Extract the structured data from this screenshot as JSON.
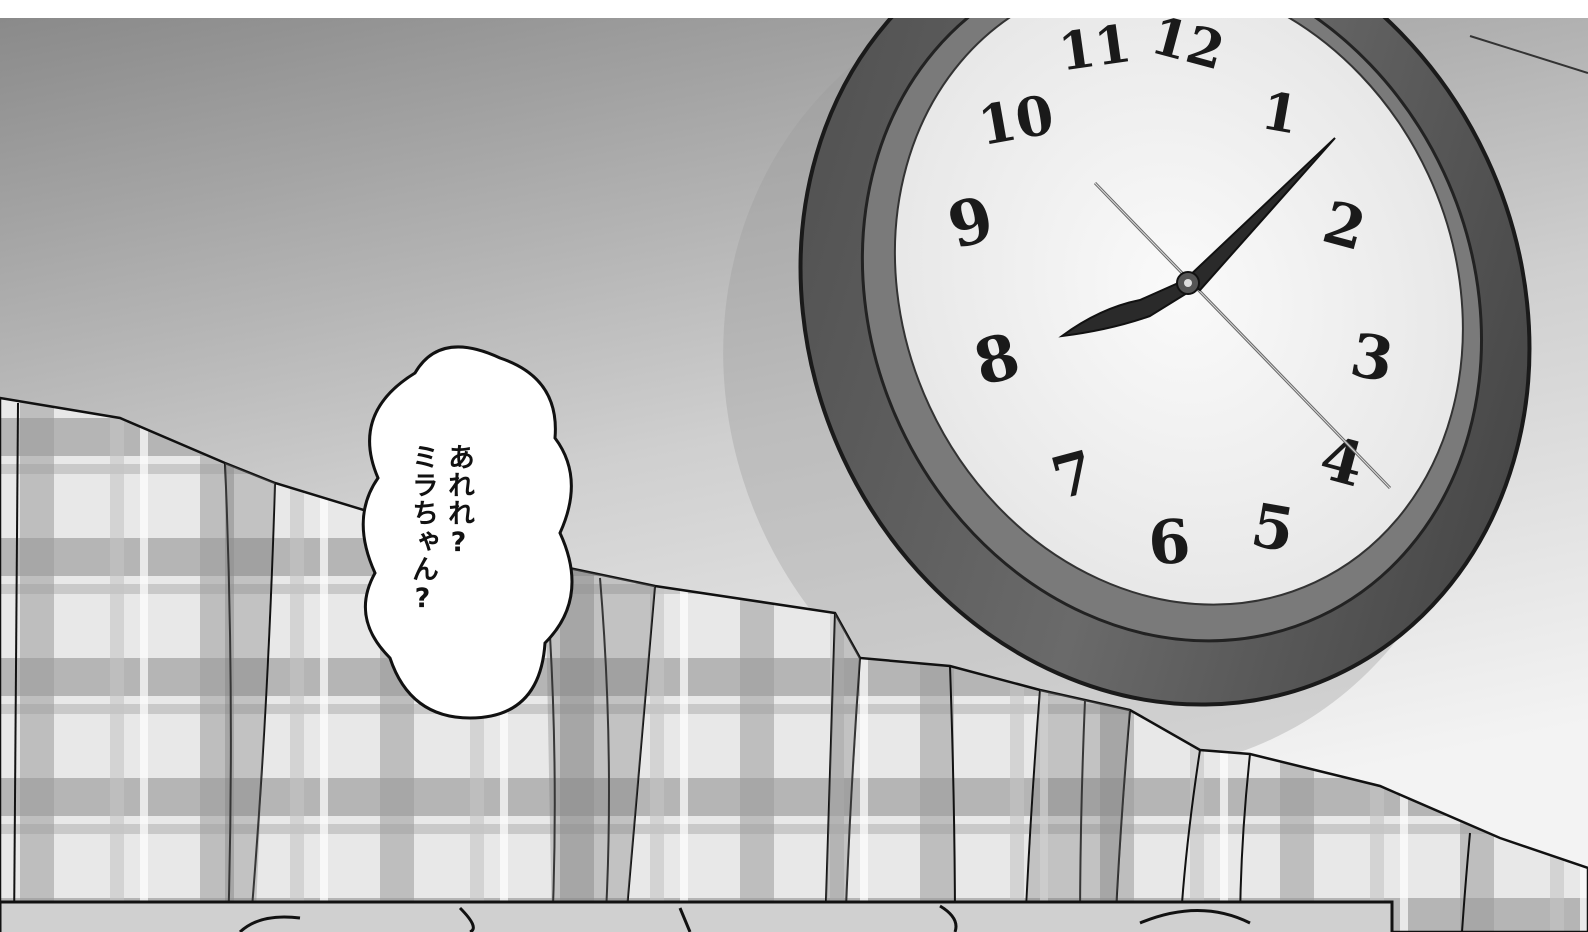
{
  "speech_bubble": {
    "lines": [
      "あれれ?",
      "ミラちゃん?"
    ]
  },
  "clock": {
    "numerals": [
      "11",
      "12",
      "1",
      "2",
      "3",
      "4",
      "5",
      "6",
      "7",
      "8",
      "9",
      "10"
    ]
  },
  "colors": {
    "sky_top": "#8c8c8c",
    "sky_bottom": "#f2f2f2",
    "clock_rim": "#5a5a5a",
    "clock_face": "#f4f4f4",
    "curtain_light": "#e6e6e6",
    "curtain_mid": "#b4b4b4",
    "curtain_dark": "#8a8a8a"
  }
}
